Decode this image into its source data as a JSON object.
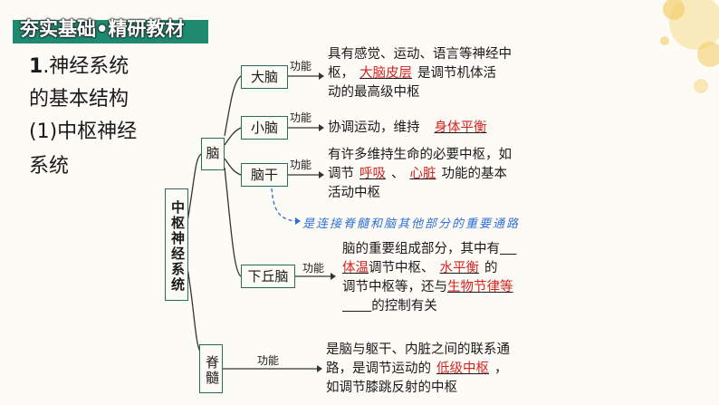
{
  "banner": {
    "title_a": "夯实基础",
    "sep": "•",
    "title_b": "精研教材"
  },
  "heading": {
    "line1_num": "1",
    "line1_text": ".神经系统",
    "line2": "的基本结构",
    "line3": "(1)中枢神经",
    "line4": "系统"
  },
  "root": "中枢神经系统",
  "brain": "脑",
  "spinal": "脊髓",
  "function_label": "功能",
  "regions": {
    "cerebrum": "大脑",
    "cerebellum": "小脑",
    "brainstem": "脑干",
    "hypothalamus": "下丘脑"
  },
  "cerebrum_desc": {
    "l1": "具有感觉、运动、语言等神经中",
    "l2a": "枢，",
    "l2ans": "大脑皮层",
    "l2b": "是调节机体活",
    "l3": "动的最高级中枢"
  },
  "cerebellum_desc": {
    "a": "协调运动，维持",
    "ans": "身体平衡"
  },
  "brainstem_desc": {
    "l1": "有许多维持生命的必要中枢，如",
    "l2a": "调节",
    "ans1": "呼吸",
    "sep": "、",
    "ans2": "心脏",
    "l2b": "功能的基本",
    "l3": "活动中枢"
  },
  "brainstem_note": "是连接脊髓和脑其他部分的重要通路",
  "hypothalamus_desc": {
    "l1": "脑的重要组成部分，其中有",
    "ans1": "体温",
    "l2a": "调节中枢、",
    "ans2": "水平衡",
    "l2b": "的",
    "l3a": "调节中枢等，还与",
    "ans3": "生物节律等",
    "l4": "的控制有关"
  },
  "spinal_desc": {
    "l1": "是脑与躯干、内脏之间的联系通",
    "l2a": "路，是调节运动的",
    "ans": "低级中枢",
    "l2b": "，",
    "l3": "如调节膝跳反射的中枢"
  }
}
